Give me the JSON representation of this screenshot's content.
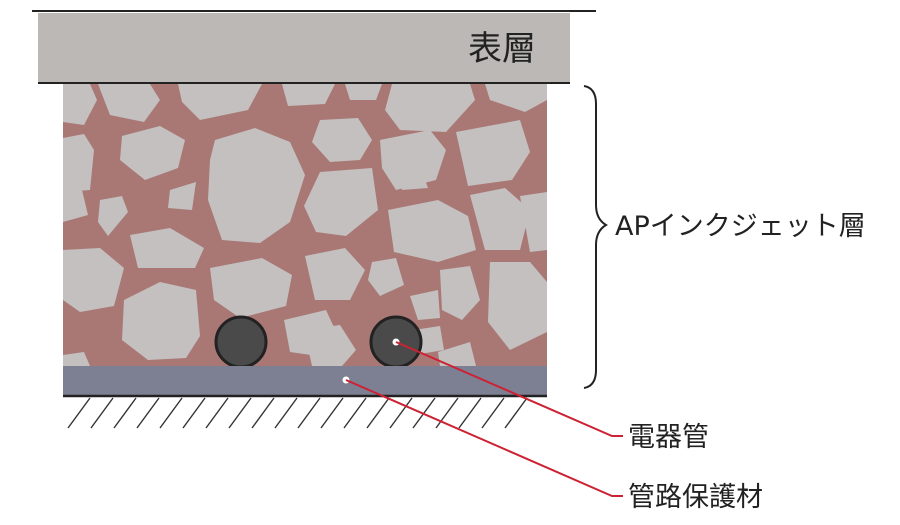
{
  "labels": {
    "surface_layer": "表層",
    "ap_inkjet_layer": "APインクジェット層",
    "conduit": "電器管",
    "protective_material": "管路保護材"
  },
  "colors": {
    "surface": "#bcb8b5",
    "matrix": "#a97875",
    "stone": "#c3c0bf",
    "pipe": "#4d4d4d",
    "protector": "#7d7f93",
    "leader": "#cc2233",
    "ink": "#222222"
  }
}
